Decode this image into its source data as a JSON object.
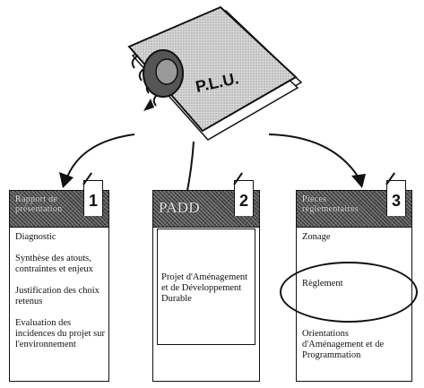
{
  "binder": {
    "label": "P.L.U."
  },
  "documents": [
    {
      "number": "1",
      "header": "Rapport de présentation",
      "items": [
        "Diagnostic",
        "Synthèse des atouts, contraintes et enjeux",
        "Justification des choix retenus",
        "Evaluation des incidences du projet sur l'environnement"
      ]
    },
    {
      "number": "2",
      "header": "PADD",
      "items": [
        "Projet d'Aménagement et de Développement Durable"
      ]
    },
    {
      "number": "3",
      "header": "Pièces réglementaires",
      "items": [
        "Zonage",
        "Règlement",
        "Orientations d'Aménagement et de Programmation"
      ]
    }
  ]
}
